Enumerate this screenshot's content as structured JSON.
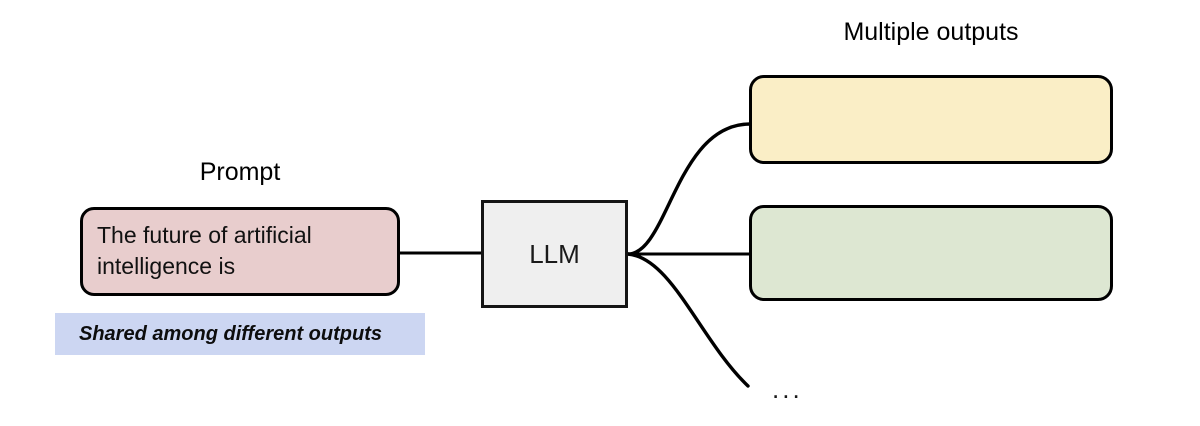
{
  "diagram": {
    "title_left": "Prompt",
    "title_right": "Multiple outputs",
    "prompt": {
      "text": "The future of artificial\nintelligence is",
      "fill_color": "#e8cdcd",
      "stroke_color": "#000000"
    },
    "shared_note": {
      "text": "Shared among different outputs",
      "fill_color": "#ccd6f2"
    },
    "model": {
      "label": "LLM",
      "fill_color": "#efefef",
      "stroke_color": "#151515"
    },
    "outputs": [
      {
        "text": "",
        "fill_color": "#faeec6",
        "stroke_color": "#000000"
      },
      {
        "text": "",
        "fill_color": "#dde7d2",
        "stroke_color": "#000000"
      }
    ],
    "more_outputs_marker": "...",
    "edges": [
      {
        "name": "prompt-to-llm",
        "kind": "straight",
        "from": "prompt",
        "to": "model"
      },
      {
        "name": "llm-to-output-1",
        "kind": "curve",
        "from": "model",
        "to": "output-1"
      },
      {
        "name": "llm-to-output-2",
        "kind": "straight",
        "from": "model",
        "to": "output-2"
      },
      {
        "name": "llm-to-more-outputs",
        "kind": "curve",
        "from": "model",
        "to": "more-outputs"
      }
    ],
    "line_color": "#000000",
    "background_color": "#ffffff"
  }
}
